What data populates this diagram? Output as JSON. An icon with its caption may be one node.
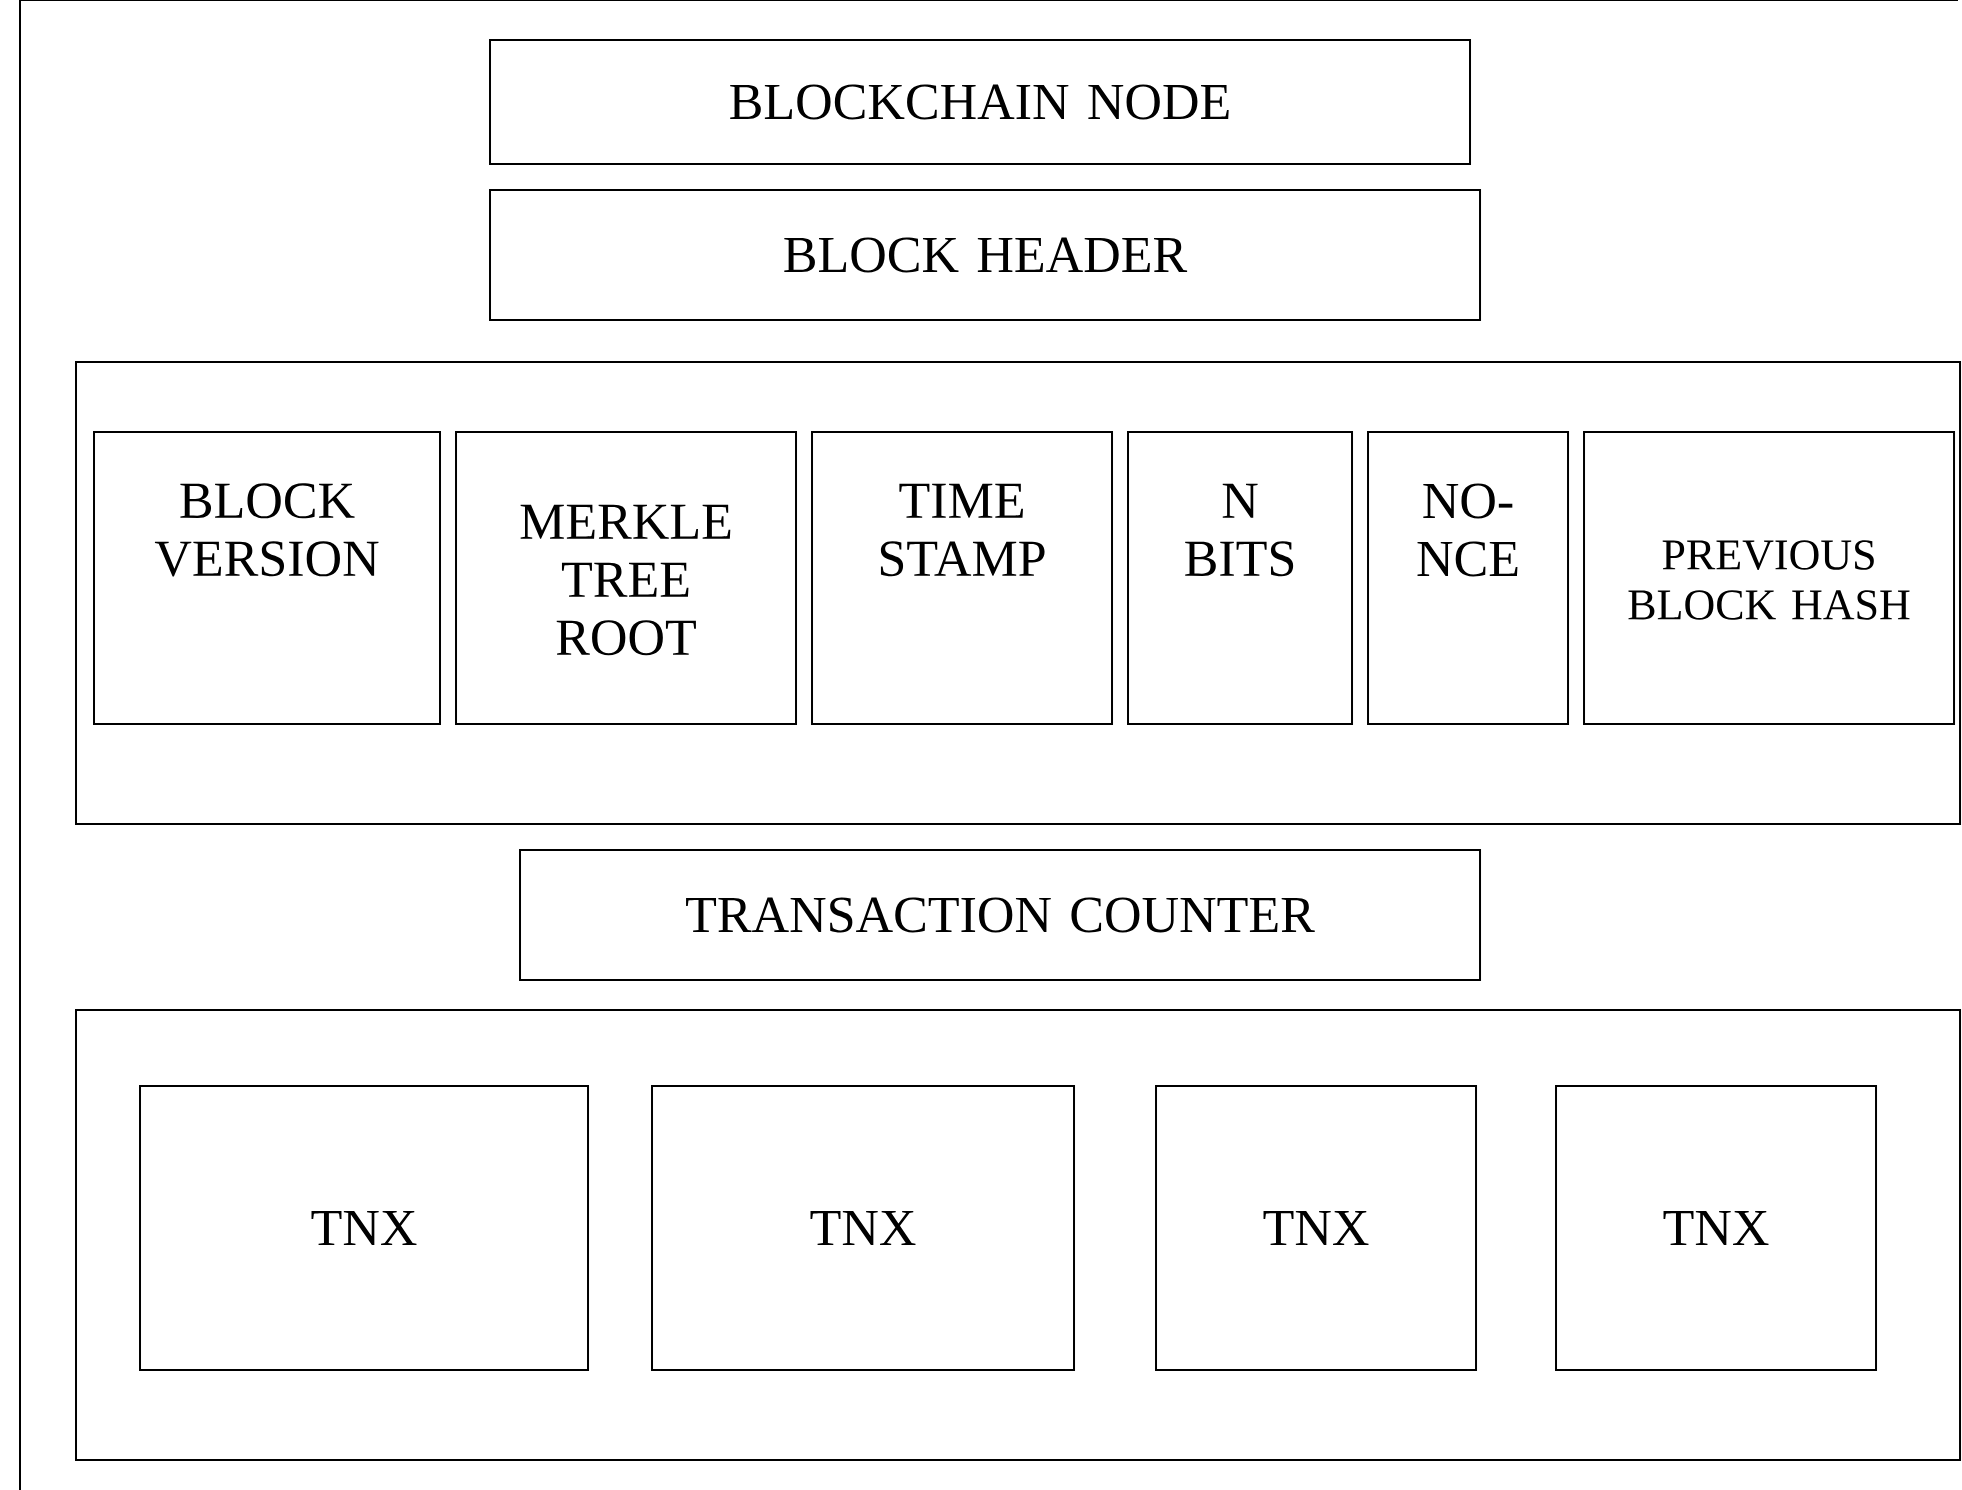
{
  "diagram": {
    "nodes": [
      {
        "text": [
          "BLOCKCHAIN NODE"
        ]
      },
      {
        "text": [
          "BLOCK HEADER"
        ]
      },
      {
        "text": [],
        "shape": "box"
      },
      {
        "text": [
          "BLOCK VERSION"
        ],
        "in": 2
      },
      {
        "text": [
          "MERKLE TREE ROOT"
        ],
        "in": 2
      },
      {
        "text": [
          "TIME STAMP"
        ],
        "in": 2
      },
      {
        "text": [
          "N BITS"
        ],
        "in": 2
      },
      {
        "text": [
          "NO- NCE"
        ],
        "in": 2
      },
      {
        "text": [
          "PREVIOUS BLOCK HASH"
        ],
        "in": 2
      },
      {
        "text": [
          "TRANSACTION COUNTER"
        ]
      },
      {
        "text": [],
        "shape": "box"
      },
      {
        "text": [
          "TNX"
        ],
        "in": 10
      },
      {
        "text": [
          "TNX"
        ],
        "in": 10
      },
      {
        "text": [
          "TNX"
        ],
        "in": 10
      },
      {
        "text": [
          "TNX"
        ],
        "in": 10
      }
    ]
  }
}
